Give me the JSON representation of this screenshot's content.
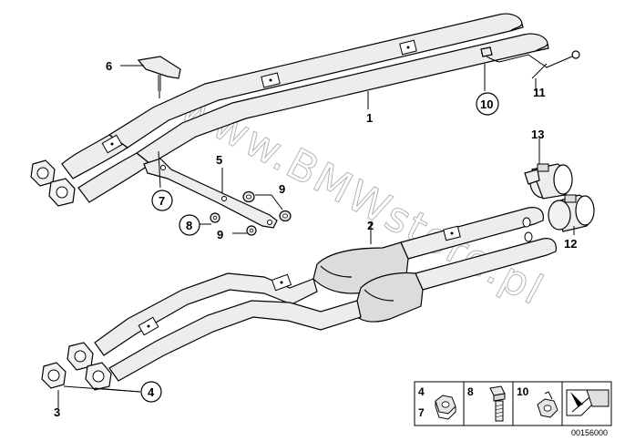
{
  "watermark": "www.BMWstore.pl",
  "diagram_number": "00156000",
  "callouts": {
    "c1": "1",
    "c2": "2",
    "c3": "3",
    "c4": "4",
    "c5": "5",
    "c6": "6",
    "c7": "7",
    "c8": "8",
    "c9a": "9",
    "c9b": "9",
    "c10": "10",
    "c11": "11",
    "c12": "12",
    "c13": "13"
  },
  "legend": {
    "cell1_top": "4",
    "cell1_bottom": "7",
    "cell2": "8",
    "cell3": "10",
    "cell4_icon": "arrow-icon"
  }
}
